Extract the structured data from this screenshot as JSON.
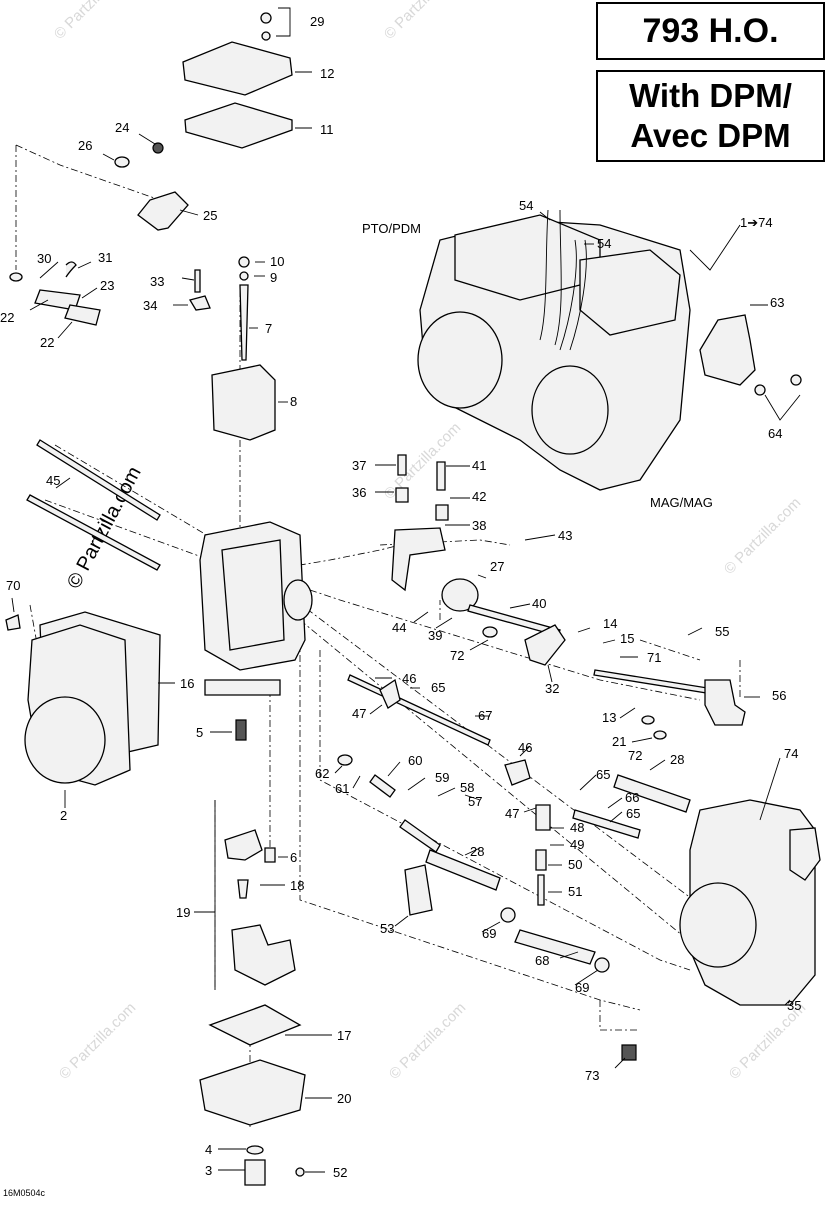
{
  "header": {
    "model": "793 H.O.",
    "variant_line1": "With DPM/",
    "variant_line2": "Avec DPM"
  },
  "zones": {
    "pto": "PTO/PDM",
    "mag": "MAG/MAG"
  },
  "assembly_ref": "1➔74",
  "watermark_main": "© Partzilla.com",
  "watermark_faint": "© Partzilla.com",
  "drawing_code": "16M0504c",
  "part_labels": [
    {
      "id": "29",
      "text": "29"
    },
    {
      "id": "12",
      "text": "12"
    },
    {
      "id": "11",
      "text": "11"
    },
    {
      "id": "24",
      "text": "24"
    },
    {
      "id": "26",
      "text": "26"
    },
    {
      "id": "25",
      "text": "25"
    },
    {
      "id": "30",
      "text": "30"
    },
    {
      "id": "31",
      "text": "31"
    },
    {
      "id": "23",
      "text": "23"
    },
    {
      "id": "22a",
      "text": "22"
    },
    {
      "id": "22b",
      "text": "22"
    },
    {
      "id": "10",
      "text": "10"
    },
    {
      "id": "9",
      "text": "9"
    },
    {
      "id": "33",
      "text": "33"
    },
    {
      "id": "34",
      "text": "34"
    },
    {
      "id": "7",
      "text": "7"
    },
    {
      "id": "8",
      "text": "8"
    },
    {
      "id": "54a",
      "text": "54"
    },
    {
      "id": "54b",
      "text": "54"
    },
    {
      "id": "63",
      "text": "63"
    },
    {
      "id": "64",
      "text": "64"
    },
    {
      "id": "37",
      "text": "37"
    },
    {
      "id": "41",
      "text": "41"
    },
    {
      "id": "36",
      "text": "36"
    },
    {
      "id": "42",
      "text": "42"
    },
    {
      "id": "38",
      "text": "38"
    },
    {
      "id": "43",
      "text": "43"
    },
    {
      "id": "45",
      "text": "45"
    },
    {
      "id": "27",
      "text": "27"
    },
    {
      "id": "70",
      "text": "70"
    },
    {
      "id": "40",
      "text": "40"
    },
    {
      "id": "44",
      "text": "44"
    },
    {
      "id": "39",
      "text": "39"
    },
    {
      "id": "72a",
      "text": "72"
    },
    {
      "id": "14",
      "text": "14"
    },
    {
      "id": "15",
      "text": "15"
    },
    {
      "id": "55",
      "text": "55"
    },
    {
      "id": "71",
      "text": "71"
    },
    {
      "id": "32",
      "text": "32"
    },
    {
      "id": "16",
      "text": "16"
    },
    {
      "id": "46a",
      "text": "46"
    },
    {
      "id": "65a",
      "text": "65"
    },
    {
      "id": "56",
      "text": "56"
    },
    {
      "id": "47a",
      "text": "47"
    },
    {
      "id": "13",
      "text": "13"
    },
    {
      "id": "67",
      "text": "67"
    },
    {
      "id": "21",
      "text": "21"
    },
    {
      "id": "72b",
      "text": "72"
    },
    {
      "id": "5",
      "text": "5"
    },
    {
      "id": "46b",
      "text": "46"
    },
    {
      "id": "74",
      "text": "74"
    },
    {
      "id": "60",
      "text": "60"
    },
    {
      "id": "28a",
      "text": "28"
    },
    {
      "id": "62",
      "text": "62"
    },
    {
      "id": "59",
      "text": "59"
    },
    {
      "id": "61",
      "text": "61"
    },
    {
      "id": "65b",
      "text": "65"
    },
    {
      "id": "58",
      "text": "58"
    },
    {
      "id": "66",
      "text": "66"
    },
    {
      "id": "57",
      "text": "57"
    },
    {
      "id": "2",
      "text": "2"
    },
    {
      "id": "47b",
      "text": "47"
    },
    {
      "id": "65c",
      "text": "65"
    },
    {
      "id": "48",
      "text": "48"
    },
    {
      "id": "49",
      "text": "49"
    },
    {
      "id": "6",
      "text": "6"
    },
    {
      "id": "28b",
      "text": "28"
    },
    {
      "id": "50",
      "text": "50"
    },
    {
      "id": "18",
      "text": "18"
    },
    {
      "id": "51",
      "text": "51"
    },
    {
      "id": "19",
      "text": "19"
    },
    {
      "id": "53",
      "text": "53"
    },
    {
      "id": "69a",
      "text": "69"
    },
    {
      "id": "68",
      "text": "68"
    },
    {
      "id": "69b",
      "text": "69"
    },
    {
      "id": "35",
      "text": "35"
    },
    {
      "id": "17",
      "text": "17"
    },
    {
      "id": "73",
      "text": "73"
    },
    {
      "id": "20",
      "text": "20"
    },
    {
      "id": "4",
      "text": "4"
    },
    {
      "id": "3",
      "text": "3"
    },
    {
      "id": "52",
      "text": "52"
    }
  ]
}
